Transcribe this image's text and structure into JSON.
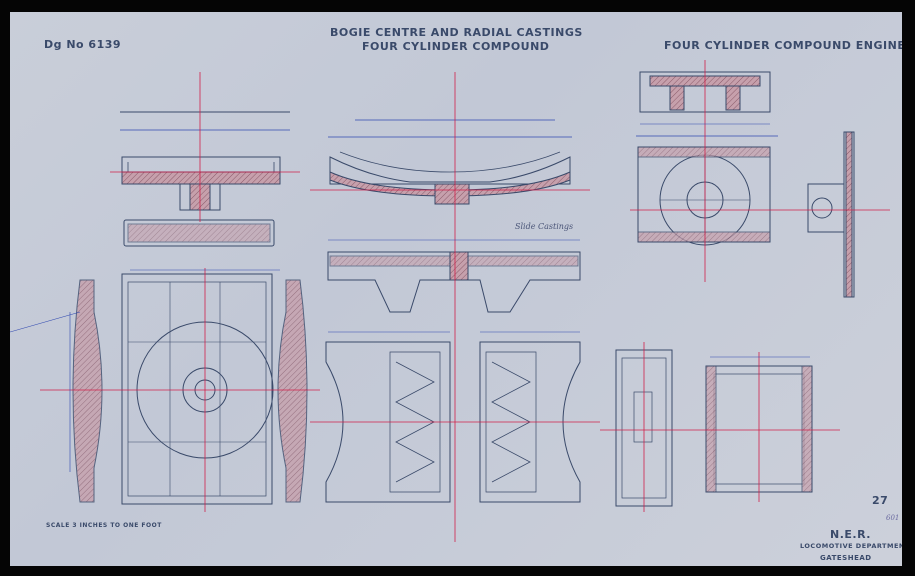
{
  "drawing": {
    "title_line1": "BOGIE CENTRE AND RADIAL CASTINGS",
    "title_line2": "FOUR CYLINDER COMPOUND",
    "engine": "FOUR CYLINDER COMPOUND ENGINE",
    "drawing_number": "Dg No 6139",
    "scale": "SCALE 3 INCHES TO ONE FOOT",
    "sheet_number": "27",
    "company": "N.E.R.",
    "department": "LOCOMOTIVE DEPARTMENT",
    "location": "GATESHEAD",
    "slide_note": "Slide Castings",
    "pencil_note": "601"
  },
  "colors": {
    "paper": "#c6cbd8",
    "ink": "#3a4a6a",
    "red_line": "#d0204a",
    "blue_line": "#3048b0",
    "section_fill": "#b98a98"
  }
}
